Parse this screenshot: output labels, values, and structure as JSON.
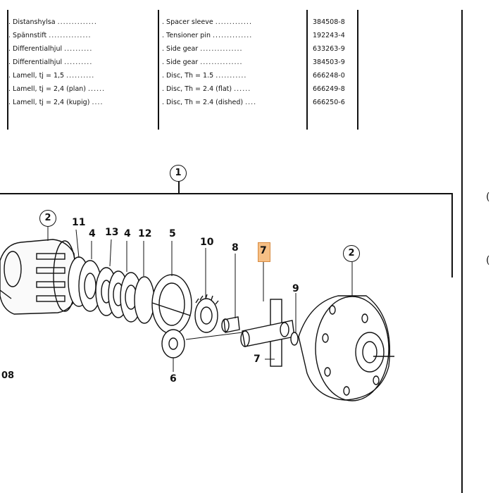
{
  "parts_table": {
    "rows": [
      {
        "sv": "Distanshylsa",
        "en": "Spacer sleeve",
        "part_no": "384508-8"
      },
      {
        "sv": "Spännstift",
        "en": "Tensioner pin",
        "part_no": "192243-4"
      },
      {
        "sv": "Differentialhjul",
        "en": "Side gear",
        "part_no": "633263-9"
      },
      {
        "sv": "Differentialhjul",
        "en": "Side gear",
        "part_no": "384503-9"
      },
      {
        "sv": "Lamell, tj = 1,5",
        "en": "Disc, Th = 1.5",
        "part_no": "666248-0"
      },
      {
        "sv": "Lamell, tj = 2,4 (plan)",
        "en": "Disc, Th = 2.4 (flat)",
        "part_no": "666249-8"
      },
      {
        "sv": "Lamell, tj = 2,4 (kupig)",
        "en": "Disc, Th = 2.4 (dished)",
        "part_no": "666250-6"
      }
    ]
  },
  "diagram": {
    "assembly_label": "1",
    "housing_left_label": "2",
    "housing_right_label": "2",
    "callouts": {
      "c11": "11",
      "c4a": "4",
      "c13": "13",
      "c4b": "4",
      "c12": "12",
      "c5": "5",
      "c10": "10",
      "c8": "8",
      "c7_highlight": "7",
      "c9": "9",
      "c7_bottom": "7",
      "c6": "6"
    },
    "edge_text": "08",
    "right_margin_glyphs": [
      "(",
      "("
    ]
  },
  "colors": {
    "highlight_fill": "#f6bf85",
    "highlight_border": "#d88a40",
    "ink": "#111111"
  }
}
